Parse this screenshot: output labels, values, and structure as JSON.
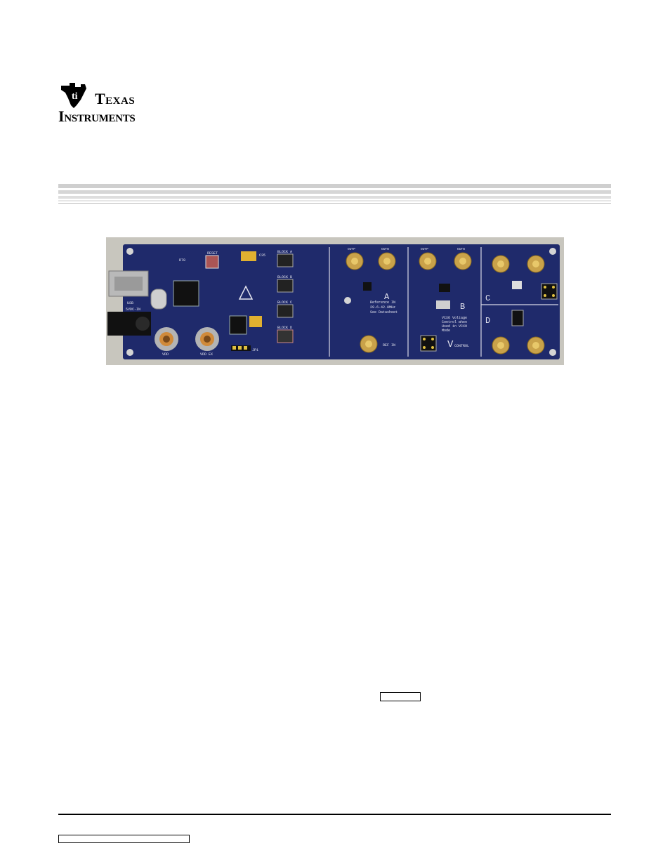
{
  "logo": {
    "line1": "Texas",
    "line2": "Instruments"
  },
  "colors": {
    "board": "#1f2a6b",
    "board_dark": "#131c4d",
    "silkscreen": "#e6e6f0",
    "header_band": "#c9c9c9"
  },
  "board": {
    "labels": {
      "usb": "USB",
      "power_in": "5VDC-IN",
      "reset": "RESET",
      "block_a": "BLOCK A",
      "block_b": "BLOCK B",
      "block_c": "BLOCK C",
      "block_d": "BLOCK D",
      "vdd": "VDD",
      "vdd_ex": "VDD EX",
      "section_a": "A",
      "section_b": "B",
      "section_c": "C",
      "section_d": "D",
      "ref_note": "Reference IN",
      "ref_range": "29.6-42.0MHz",
      "ref_see": "See Datasheet",
      "ref_in": "REF IN",
      "vcxo_1": "VCXO Voltage",
      "vcxo_2": "Control when",
      "vcxo_3": "Used in VCXO",
      "vcxo_4": "Mode",
      "v_control_v": "V",
      "v_control_sub": "CONTROL",
      "out_p": "OUTP",
      "out_n": "OUTN",
      "r78": "R78",
      "c35": "C35",
      "jp1": "JP1"
    }
  }
}
